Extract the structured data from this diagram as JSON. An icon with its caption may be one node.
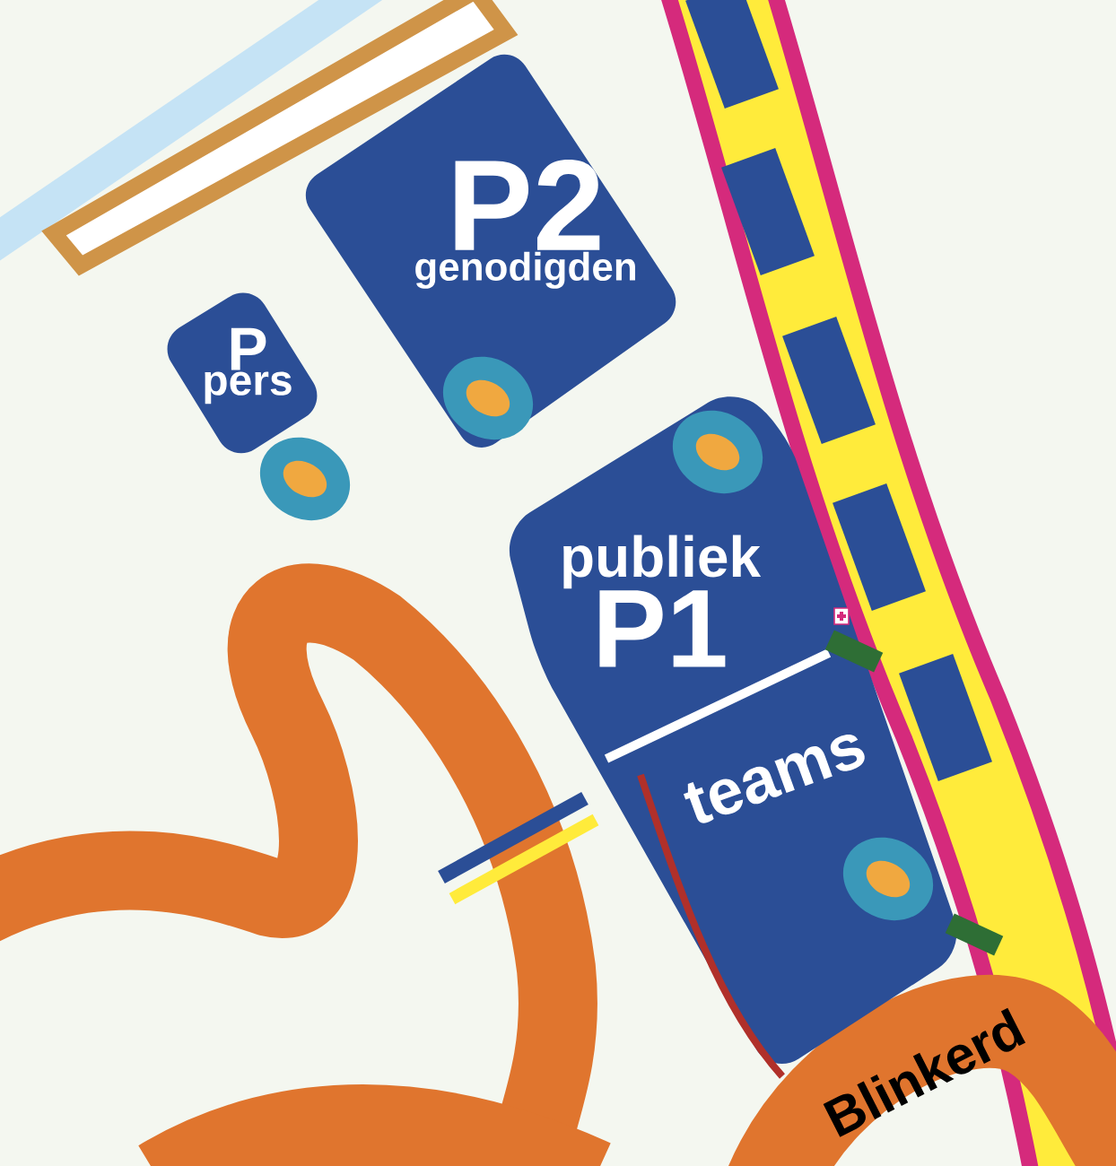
{
  "diagram": {
    "nodes": [
      {
        "text": [
          "P2",
          "genodigden"
        ]
      },
      {
        "text": [
          "P",
          "pers"
        ]
      },
      {
        "text": [
          "publiek",
          "P1",
          "teams"
        ]
      }
    ],
    "labels": [
      "Blinkerd"
    ]
  }
}
